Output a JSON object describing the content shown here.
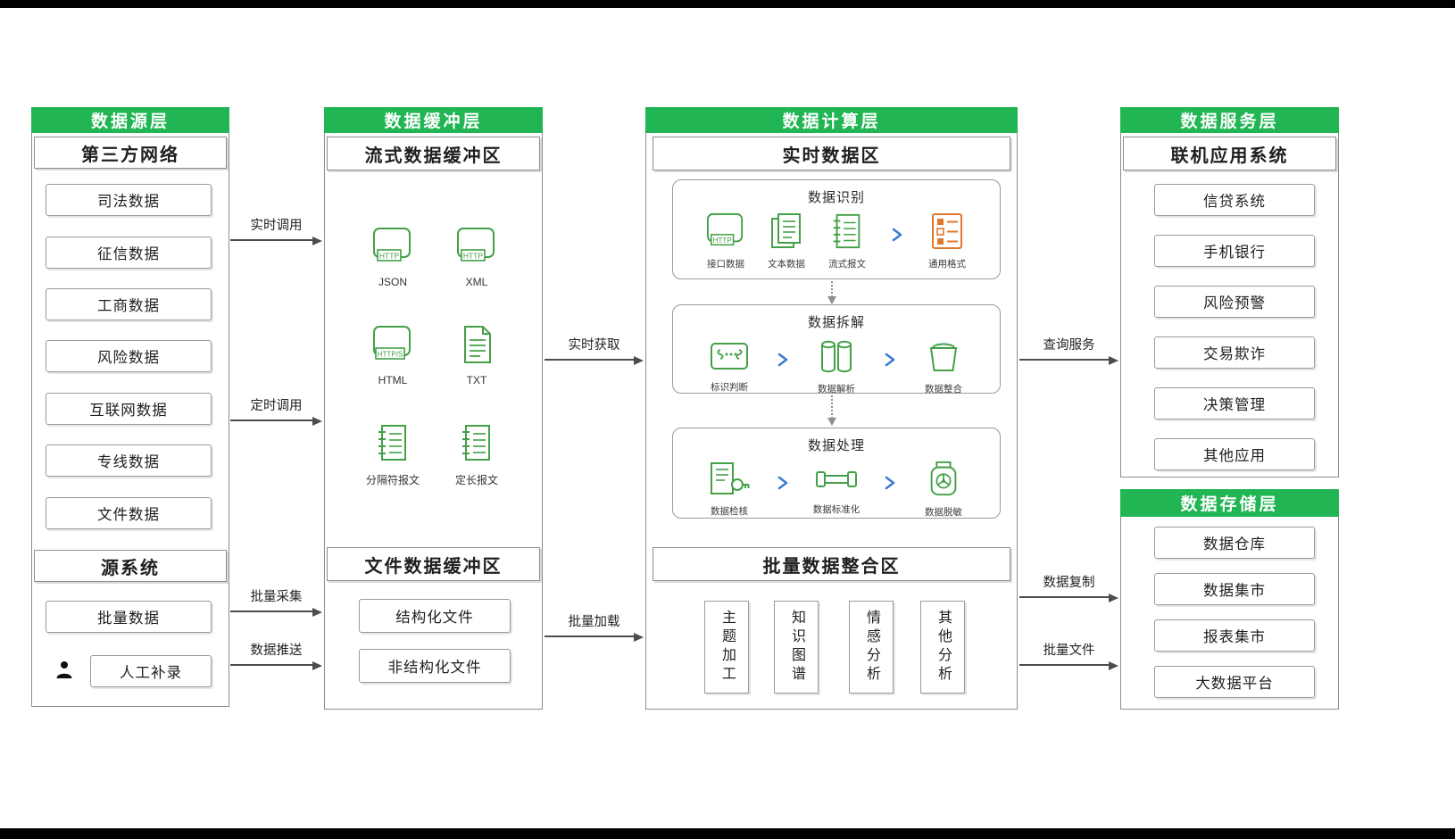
{
  "colors": {
    "header_green": "#21b553",
    "icon_green": "#43a047",
    "icon_orange": "#e2772e",
    "chevron_blue": "#3a7bd5",
    "border_gray": "#8d8d8d",
    "arrow_gray": "#4d4d4d"
  },
  "source_layer": {
    "title": "数据源层",
    "section1": {
      "title": "第三方网络",
      "items": [
        "司法数据",
        "征信数据",
        "工商数据",
        "风险数据",
        "互联网数据",
        "专线数据",
        "文件数据"
      ]
    },
    "section2": {
      "title": "源系统",
      "items": [
        "批量数据",
        "人工补录"
      ]
    }
  },
  "buffer_layer": {
    "title": "数据缓冲层",
    "stream_area": {
      "title": "流式数据缓冲区",
      "icons": [
        {
          "label": "JSON",
          "tag": "HTTP"
        },
        {
          "label": "XML",
          "tag": "HTTP"
        },
        {
          "label": "HTML",
          "tag": "HTTP/S"
        },
        {
          "label": "TXT"
        },
        {
          "label": "分隔符报文"
        },
        {
          "label": "定长报文"
        }
      ]
    },
    "file_area": {
      "title": "文件数据缓冲区",
      "items": [
        "结构化文件",
        "非结构化文件"
      ]
    }
  },
  "compute_layer": {
    "title": "数据计算层",
    "realtime_area": {
      "title": "实时数据区",
      "stages": [
        {
          "title": "数据识别",
          "items": [
            {
              "label": "接口数据",
              "tag": "HTTP"
            },
            {
              "label": "文本数据"
            },
            {
              "label": "流式报文"
            },
            {
              "label": "通用格式"
            }
          ]
        },
        {
          "title": "数据拆解",
          "items": [
            {
              "label": "标识判断"
            },
            {
              "label": "数据解析"
            },
            {
              "label": "数据整合"
            }
          ]
        },
        {
          "title": "数据处理",
          "items": [
            {
              "label": "数据检核"
            },
            {
              "label": "数据标准化"
            },
            {
              "label": "数据脱敏"
            }
          ]
        }
      ]
    },
    "batch_area": {
      "title": "批量数据整合区",
      "items": [
        "主题加工",
        "知识图谱",
        "情感分析",
        "其他分析"
      ]
    }
  },
  "service_layer": {
    "title": "数据服务层",
    "subtitle": "联机应用系统",
    "items": [
      "信贷系统",
      "手机银行",
      "风险预警",
      "交易欺诈",
      "决策管理",
      "其他应用"
    ]
  },
  "storage_layer": {
    "title": "数据存储层",
    "items": [
      "数据仓库",
      "数据集市",
      "报表集市",
      "大数据平台"
    ]
  },
  "arrows": {
    "realtime_call": "实时调用",
    "scheduled_call": "定时调用",
    "batch_collect": "批量采集",
    "data_push": "数据推送",
    "realtime_fetch": "实时获取",
    "batch_load": "批量加载",
    "query_service": "查询服务",
    "data_copy": "数据复制",
    "batch_file": "批量文件"
  }
}
